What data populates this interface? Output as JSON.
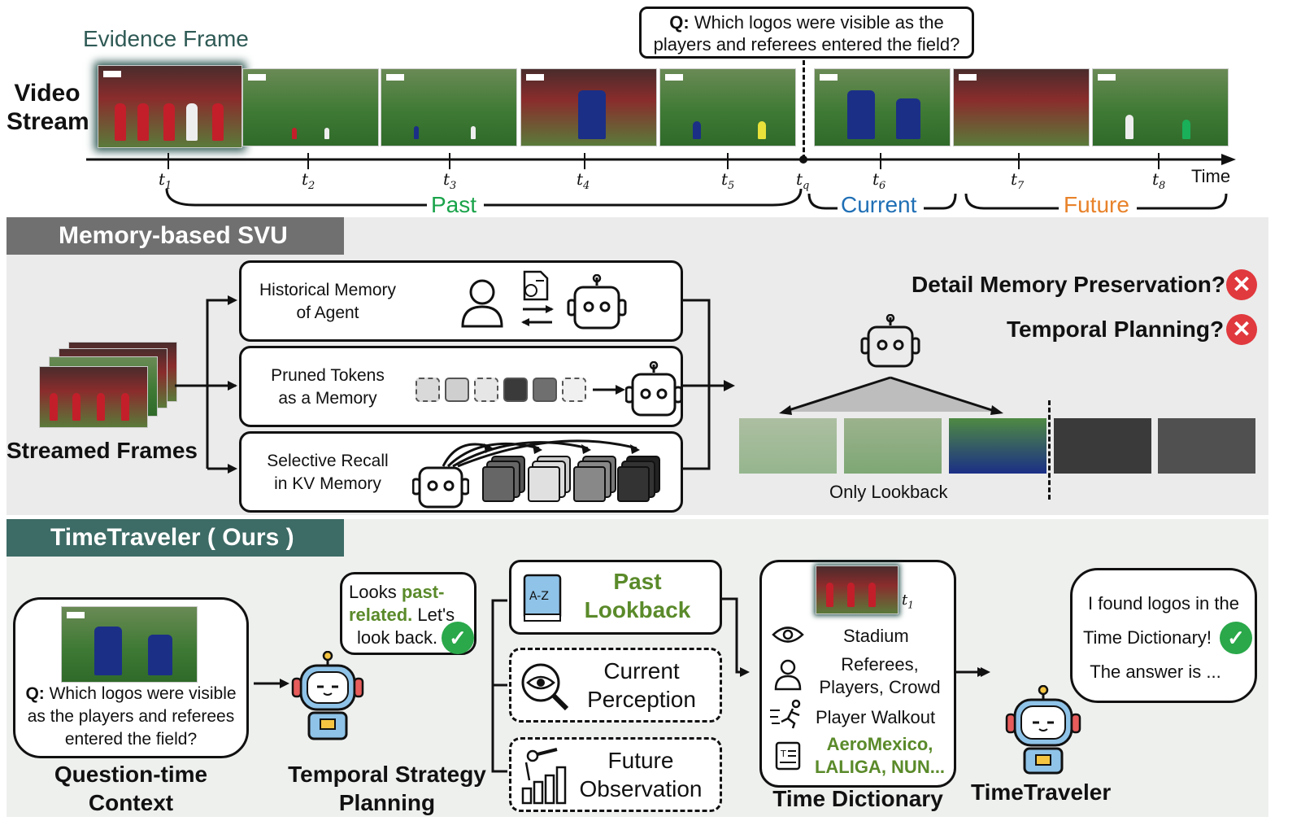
{
  "top": {
    "evidence_frame": "Evidence Frame",
    "video_stream_line1": "Video",
    "video_stream_line2": "Stream",
    "question_prefix": "Q:",
    "question_line1": " Which logos were visible as the",
    "question_line2": "players and referees entered the field?",
    "time_label": "Time",
    "ticks": [
      {
        "t": "t",
        "sub": "1"
      },
      {
        "t": "t",
        "sub": "2"
      },
      {
        "t": "t",
        "sub": "3"
      },
      {
        "t": "t",
        "sub": "4"
      },
      {
        "t": "t",
        "sub": "5"
      },
      {
        "t": "t",
        "sub": "q"
      },
      {
        "t": "t",
        "sub": "6"
      },
      {
        "t": "t",
        "sub": "7"
      },
      {
        "t": "t",
        "sub": "8"
      }
    ],
    "past": "Past",
    "current": "Current",
    "future": "Future",
    "colors": {
      "past": "#1aa34a",
      "current": "#1f6fb5",
      "future": "#e8822a"
    }
  },
  "memory": {
    "header": "Memory-based SVU",
    "header_color": "#707070",
    "streamed_frames": "Streamed Frames",
    "historical_line1": "Historical Memory",
    "historical_line2": "of Agent",
    "pruned_line1": "Pruned Tokens",
    "pruned_line2": "as a Memory",
    "selective_line1": "Selective Recall",
    "selective_line2": "in KV Memory",
    "detail_question": "Detail Memory Preservation?",
    "temporal_question": "Temporal Planning?",
    "only_lookback": "Only Lookback",
    "x_color": "#e0393e"
  },
  "ours": {
    "header": "TimeTraveler ( Ours )",
    "header_color": "#3d6b66",
    "context_prefix": "Q:",
    "context_line1": " Which logos were visible",
    "context_line2": "as the players and referees",
    "context_line3": "entered the field?",
    "context_label_line1": "Question-time",
    "context_label_line2": "Context",
    "bubble_a": "Looks ",
    "bubble_b": "past-",
    "bubble_c": "related.",
    "bubble_d": " Let's",
    "bubble_e": "look back.",
    "planning_line1": "Temporal Strategy",
    "planning_line2": "Planning",
    "past_lookback_line1": "Past",
    "past_lookback_line2": "Lookback",
    "az": "A-Z",
    "current_line1": "Current",
    "current_line2": "Perception",
    "future_line1": "Future",
    "future_line2": "Observation",
    "dict_t": "t",
    "dict_sub": "1",
    "dict_stadium": "Stadium",
    "dict_people_line1": "Referees,",
    "dict_people_line2": "Players, Crowd",
    "dict_walkout": "Player Walkout",
    "dict_logos_line1": "AeroMexico,",
    "dict_logos_line2": "LALIGA, NUN...",
    "dict_label": "Time Dictionary",
    "answer_line1": "I found logos in the",
    "answer_line2": "Time Dictionary!",
    "answer_line3": "The answer is ...",
    "agent_label": "TimeTraveler",
    "green": "#5a8a2a",
    "check_color": "#2aa84a"
  }
}
